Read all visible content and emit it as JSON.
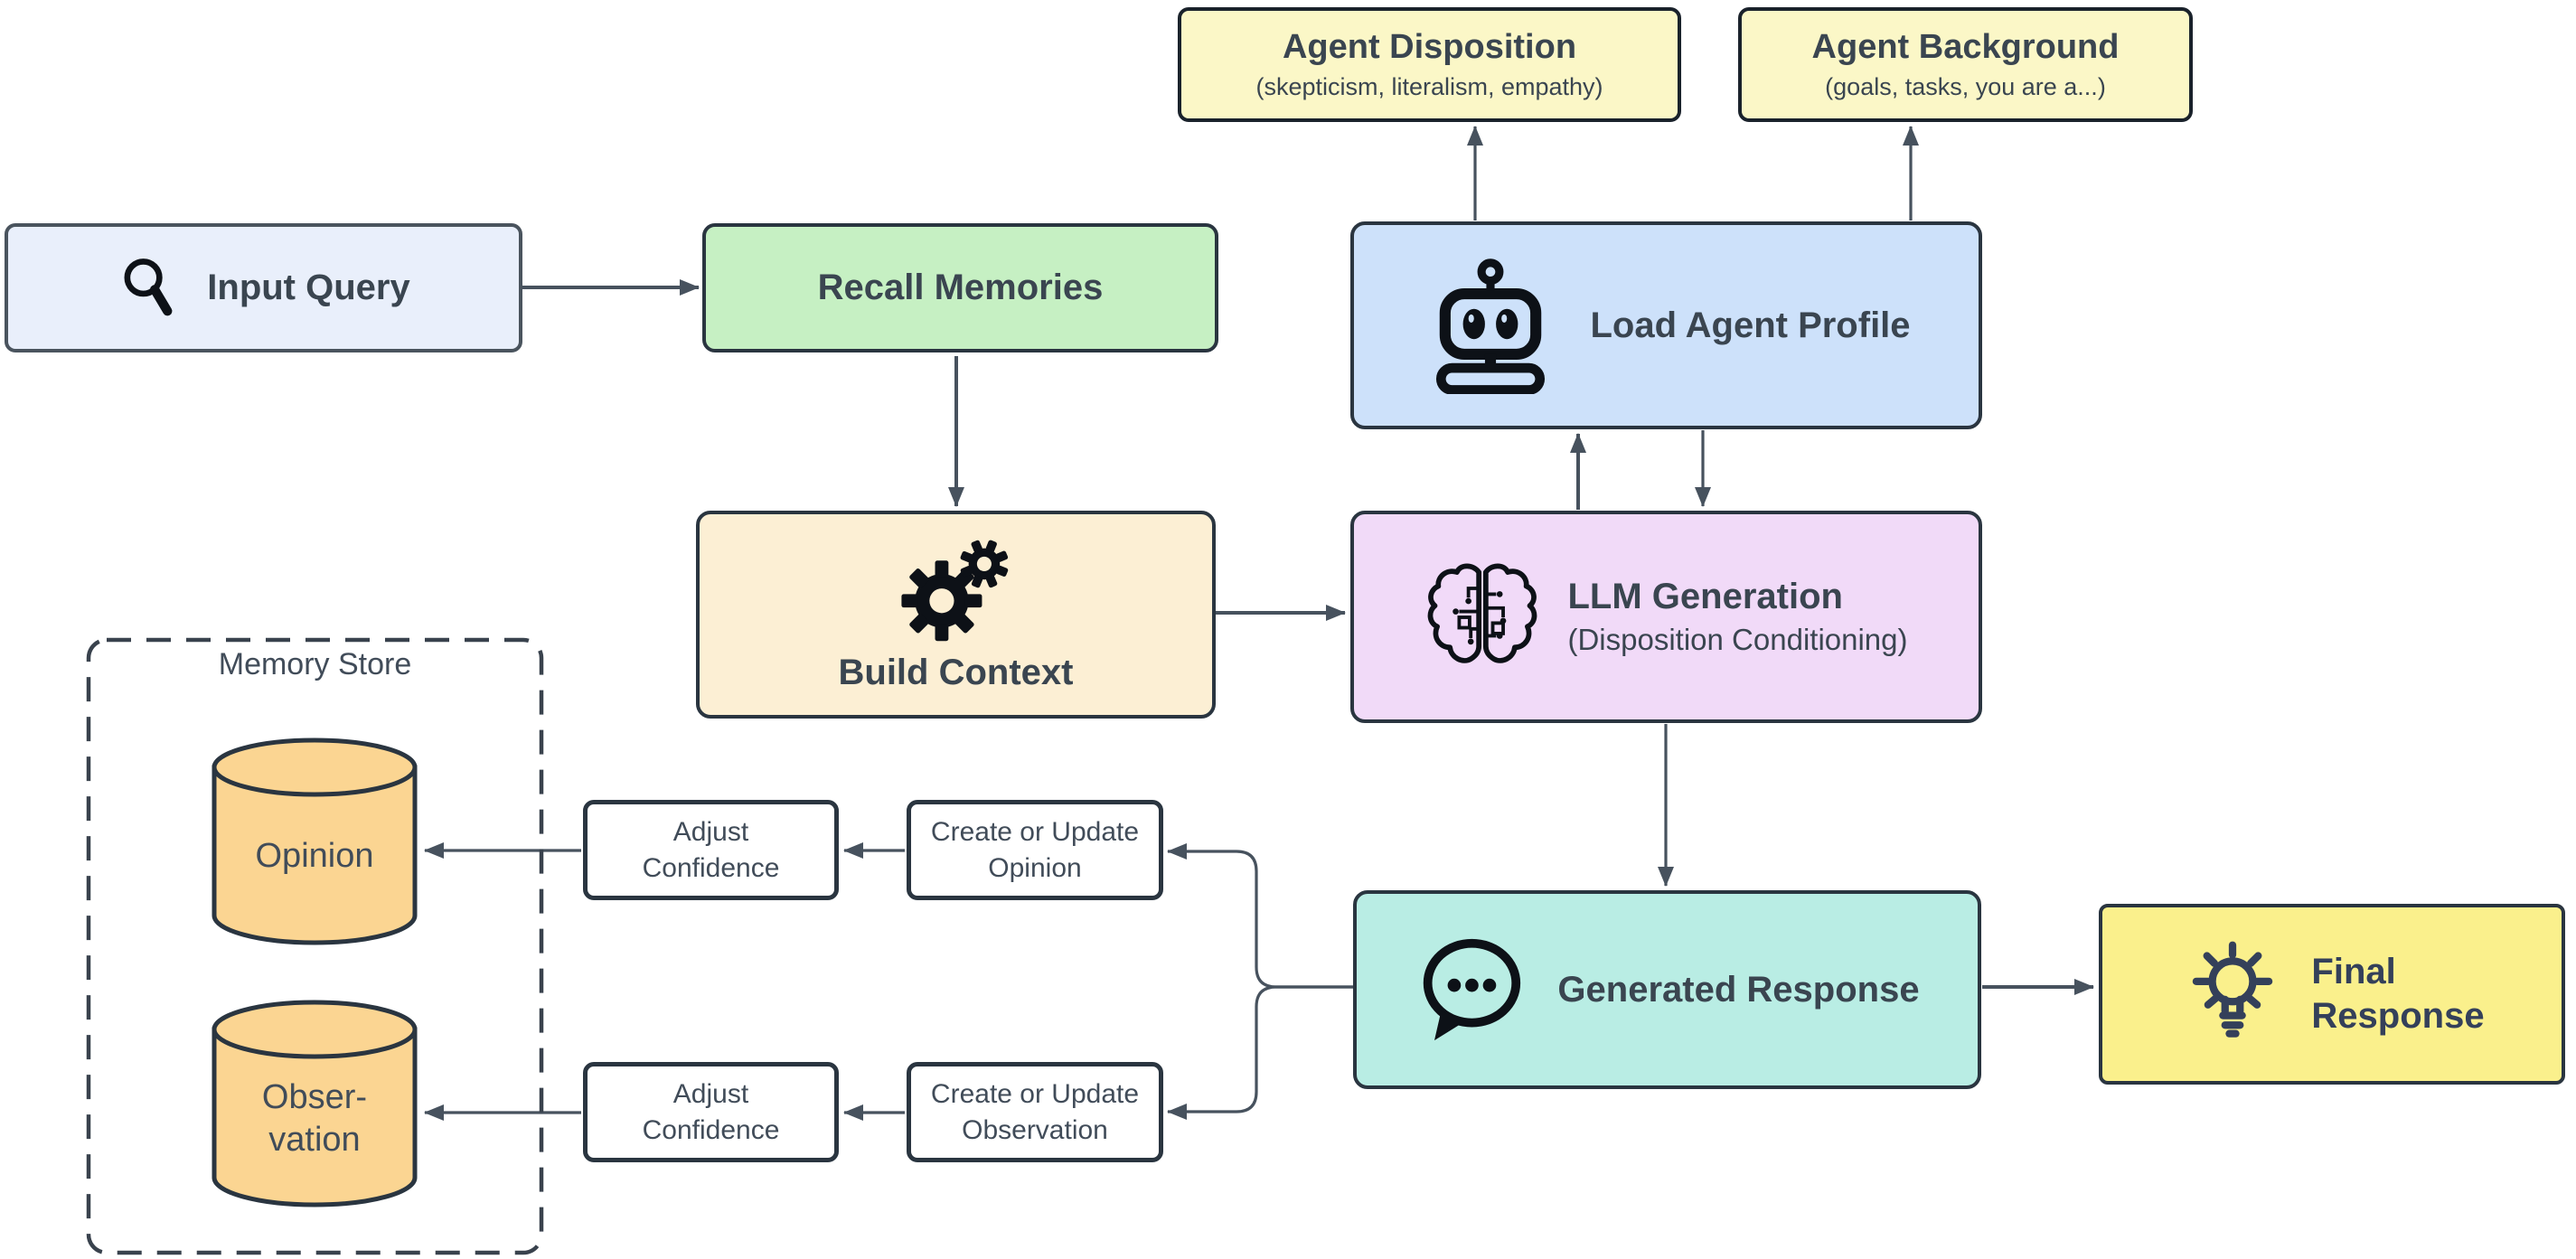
{
  "colors": {
    "canvas_bg": "#FFFFFF",
    "border": "#2A3540",
    "border_note": "#1A222B",
    "border_input": "#4A545E",
    "arrow": "#47525E",
    "text": "#3A4550",
    "note_yellow": "#FBF7C7",
    "final_yellow": "#FAF08C",
    "final_text": "#34405A",
    "input_blue": "#E9EFFB",
    "recall_green": "#C6F0C3",
    "profile_blue": "#CDE1FA",
    "context_cream": "#FCEFD4",
    "llm_lavender": "#F1DAF8",
    "response_teal": "#B9EDE4",
    "cylinder_orange": "#FBD592",
    "white_box": "#FFFFFF"
  },
  "nodes": {
    "agent_disposition": {
      "title": "Agent Disposition",
      "subtitle": "(skepticism, literalism, empathy)"
    },
    "agent_background": {
      "title": "Agent Background",
      "subtitle": "(goals, tasks, you are a...)"
    },
    "input_query": {
      "label": "Input Query",
      "icon": "magnifier-icon"
    },
    "recall_memories": {
      "label": "Recall Memories"
    },
    "load_agent_profile": {
      "label": "Load Agent Profile",
      "icon": "robot-icon"
    },
    "build_context": {
      "label": "Build Context",
      "icon": "gears-icon"
    },
    "llm_generation": {
      "title": "LLM Generation",
      "subtitle": "(Disposition Conditioning)",
      "icon": "brain-circuit-icon"
    },
    "memory_store": {
      "title": "Memory Store"
    },
    "opinion_store": {
      "label": "Opinion"
    },
    "observation_store": {
      "label": "Obser-\nvation"
    },
    "adjust_confidence_opinion": {
      "label": "Adjust\nConfidence"
    },
    "create_update_opinion": {
      "label": "Create or Update\nOpinion"
    },
    "adjust_confidence_observation": {
      "label": "Adjust\nConfidence"
    },
    "create_update_observation": {
      "label": "Create or Update\nObservation"
    },
    "generated_response": {
      "label": "Generated Response",
      "icon": "chat-bubble-icon"
    },
    "final_response": {
      "label": "Final\nResponse",
      "icon": "lightbulb-icon"
    }
  },
  "edges": [
    {
      "from": "input_query",
      "to": "recall_memories"
    },
    {
      "from": "recall_memories",
      "to": "build_context"
    },
    {
      "from": "build_context",
      "to": "llm_generation"
    },
    {
      "from": "load_agent_profile",
      "to": "agent_disposition"
    },
    {
      "from": "load_agent_profile",
      "to": "agent_background"
    },
    {
      "from": "llm_generation",
      "to": "load_agent_profile"
    },
    {
      "from": "load_agent_profile",
      "to": "llm_generation"
    },
    {
      "from": "llm_generation",
      "to": "generated_response"
    },
    {
      "from": "generated_response",
      "to": "final_response"
    },
    {
      "from": "generated_response",
      "to": "create_update_opinion"
    },
    {
      "from": "generated_response",
      "to": "create_update_observation"
    },
    {
      "from": "create_update_opinion",
      "to": "adjust_confidence_opinion"
    },
    {
      "from": "adjust_confidence_opinion",
      "to": "opinion_store"
    },
    {
      "from": "create_update_observation",
      "to": "adjust_confidence_observation"
    },
    {
      "from": "adjust_confidence_observation",
      "to": "observation_store"
    }
  ]
}
